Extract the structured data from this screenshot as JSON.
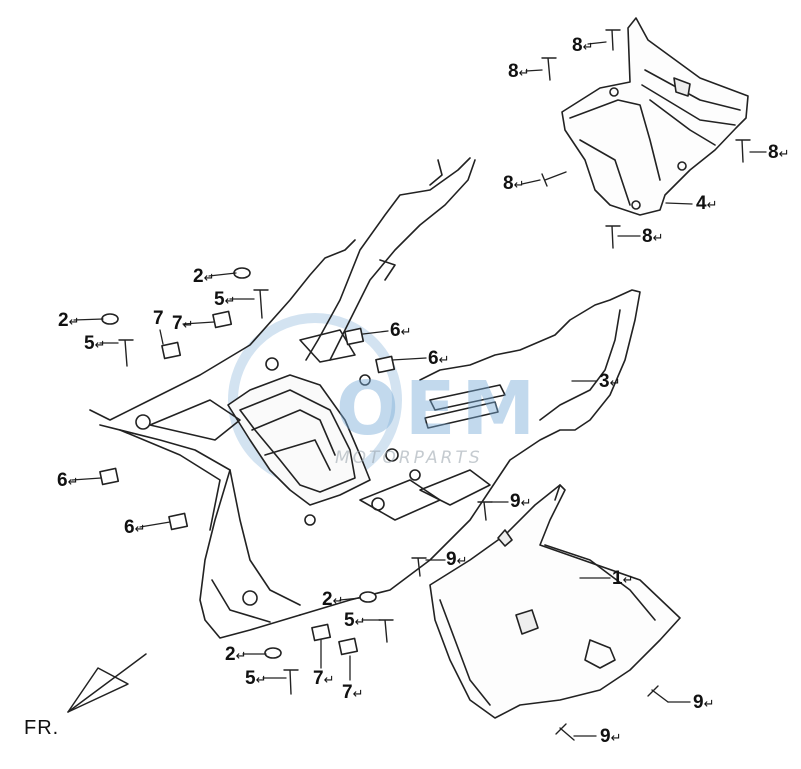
{
  "watermark": {
    "main": "OEM",
    "sub": "MOTORPARTS",
    "color": "#78aad7"
  },
  "orientation_label": "FR.",
  "return_mark": "↵",
  "callouts": [
    {
      "id": "c8a",
      "num": "8"
    },
    {
      "id": "c8b",
      "num": "8"
    },
    {
      "id": "c8c",
      "num": "8"
    },
    {
      "id": "c8d",
      "num": "8"
    },
    {
      "id": "c4",
      "num": "4"
    },
    {
      "id": "c8e",
      "num": "8"
    },
    {
      "id": "c2a",
      "num": "2"
    },
    {
      "id": "c5a",
      "num": "5"
    },
    {
      "id": "c2b",
      "num": "2"
    },
    {
      "id": "c7a",
      "num": "7"
    },
    {
      "id": "c7b",
      "num": "7"
    },
    {
      "id": "c5b",
      "num": "5"
    },
    {
      "id": "c6a",
      "num": "6"
    },
    {
      "id": "c6b",
      "num": "6"
    },
    {
      "id": "c3",
      "num": "3"
    },
    {
      "id": "c6c",
      "num": "6"
    },
    {
      "id": "c6d",
      "num": "6"
    },
    {
      "id": "c9a",
      "num": "9"
    },
    {
      "id": "c9b",
      "num": "9"
    },
    {
      "id": "c1",
      "num": "1"
    },
    {
      "id": "c2c",
      "num": "2"
    },
    {
      "id": "c5c",
      "num": "5"
    },
    {
      "id": "c2d",
      "num": "2"
    },
    {
      "id": "c5d",
      "num": "5"
    },
    {
      "id": "c7c",
      "num": "7"
    },
    {
      "id": "c7d",
      "num": "7"
    },
    {
      "id": "c9c",
      "num": "9"
    },
    {
      "id": "c9d",
      "num": "9"
    }
  ]
}
